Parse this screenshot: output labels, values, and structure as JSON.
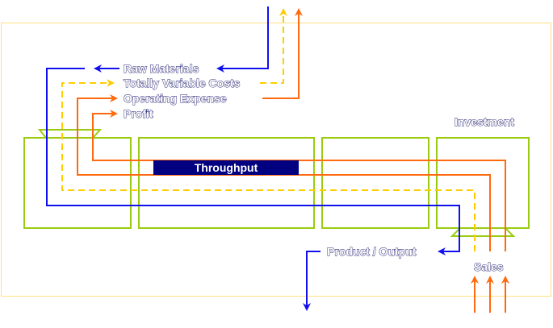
{
  "title": "Throughput Accounting Flow",
  "colors": {
    "raw_materials": "#1010ee",
    "totally_variable_costs": "#ffcc00",
    "operating_expense": "#ff6a10",
    "profit": "#ff6a10",
    "boxes": "#99cc11",
    "frame": "#ffe080",
    "throughput_bg": "#000080"
  },
  "labels": {
    "raw_materials": "Raw Materials",
    "totally_variable_costs": "Totally Variable Costs",
    "operating_expense": "Operating Expense",
    "profit": "Profit",
    "investment": "Investment",
    "throughput": "Throughput",
    "product_output": "Product / Output",
    "sales": "Sales"
  },
  "stages": [
    {
      "name": "stage-1"
    },
    {
      "name": "stage-2"
    },
    {
      "name": "stage-3"
    },
    {
      "name": "stage-4-investment"
    }
  ]
}
